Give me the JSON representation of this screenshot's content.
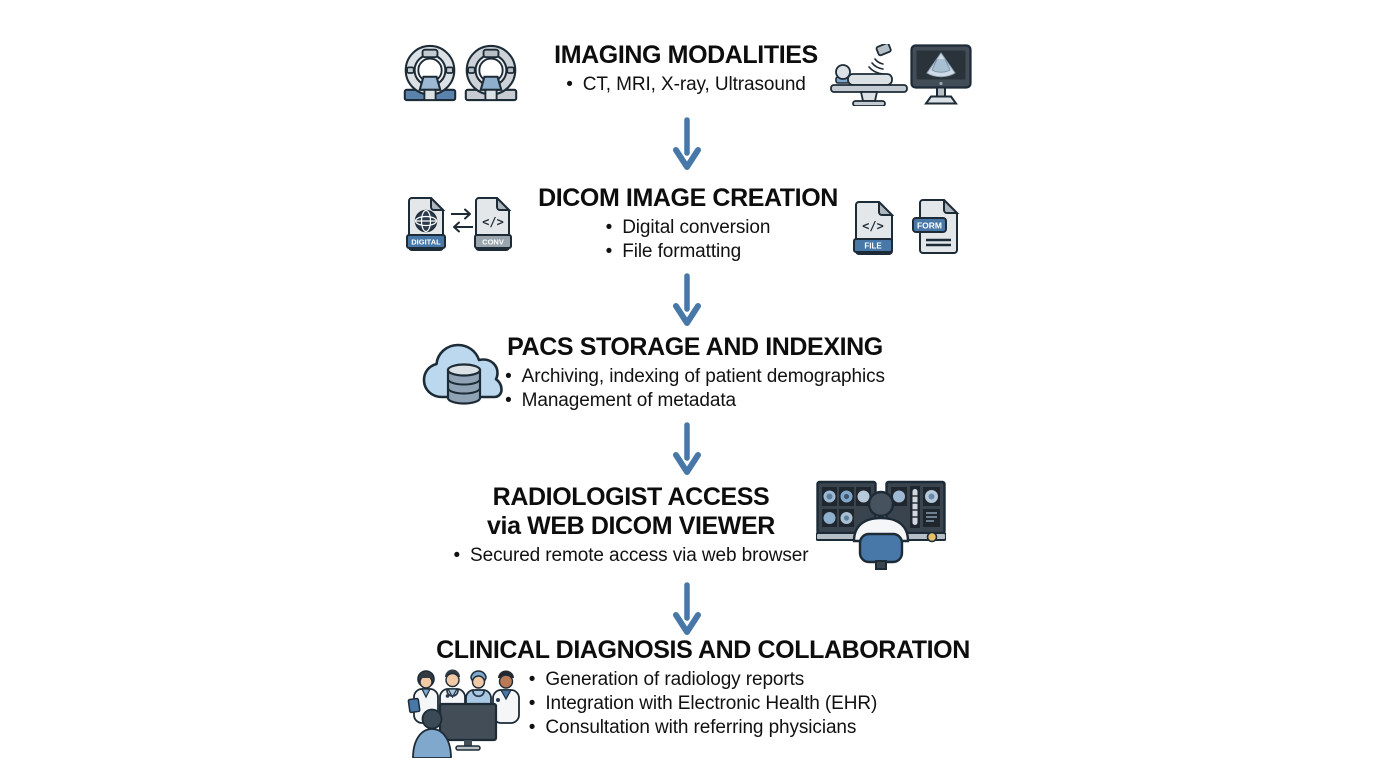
{
  "page": {
    "background": "#ffffff",
    "accent_blue": "#4878a8",
    "outline_navy": "#1d2b36",
    "text_color": "#0d0d0d",
    "icon_light_blue": "#bcd8ef",
    "icon_grey": "#dce1e6"
  },
  "flowchart": {
    "code_glyph": "</>",
    "steps": [
      {
        "title": "IMAGING MODALITIES",
        "bullets": [
          "CT, MRI, X-ray, Ultrasound"
        ],
        "icons_left": [
          "ct-scanner-icon",
          "mri-scanner-icon"
        ],
        "icons_right": [
          "xray-table-icon",
          "ultrasound-monitor-icon"
        ]
      },
      {
        "title": "DICOM IMAGE CREATION",
        "bullets": [
          "Digital conversion",
          "File formatting"
        ],
        "icons_left": [
          "digital-file-icon",
          "convert-arrows-icon",
          "conversion-file-icon"
        ],
        "icons_right": [
          "dicom-file-icon",
          "form-document-icon"
        ],
        "icon_labels": {
          "digital": "DIGITAL",
          "conv": "CONV",
          "file": "FILE",
          "form": "FORM"
        }
      },
      {
        "title": "PACS STORAGE AND INDEXING",
        "bullets": [
          "Archiving, indexing of patient demographics",
          "Management of metadata"
        ],
        "icons_left": [
          "cloud-database-icon"
        ]
      },
      {
        "title": "RADIOLOGIST ACCESS",
        "title2": "via WEB DICOM VIEWER",
        "bullets": [
          "Secured remote access via web browser"
        ],
        "icons_right": [
          "radiologist-workstation-icon"
        ]
      },
      {
        "title": "CLINICAL DIAGNOSIS AND COLLABORATION",
        "bullets": [
          "Generation of radiology reports",
          "Integration with Electronic Health (EHR)",
          "Consultation with referring physicians"
        ],
        "icons_left": [
          "medical-team-icon"
        ]
      }
    ]
  }
}
